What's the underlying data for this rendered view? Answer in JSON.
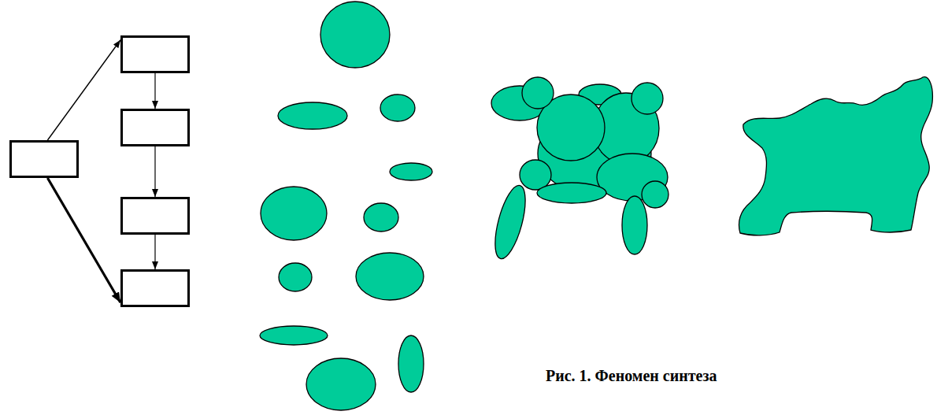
{
  "diagram": {
    "caption": "Рис. 1. Феномен синтеза",
    "nodes": [
      {
        "text": []
      },
      {
        "text": []
      },
      {
        "text": []
      },
      {
        "text": []
      },
      {
        "text": []
      }
    ],
    "edges": [
      {
        "from": 0,
        "to": 1,
        "arrow": "to"
      },
      {
        "from": 1,
        "to": 2,
        "arrow": "to"
      },
      {
        "from": 2,
        "to": 3,
        "arrow": "to"
      },
      {
        "from": 3,
        "to": 4,
        "arrow": "to"
      },
      {
        "from": 0,
        "to": 4,
        "arrow": "to"
      }
    ]
  }
}
